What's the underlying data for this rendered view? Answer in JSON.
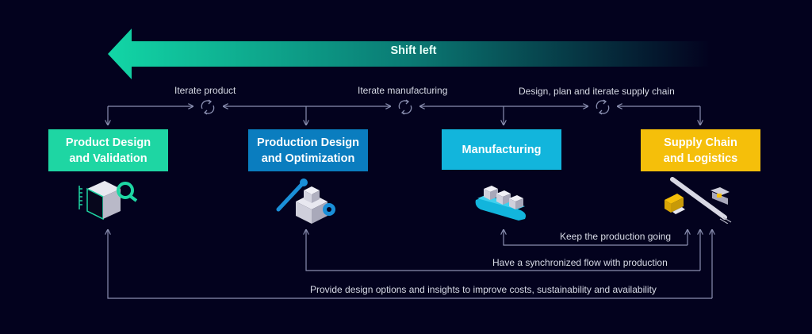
{
  "banner": {
    "label": "Shift left",
    "gradient_start": "#12d6a6",
    "gradient_end": "#03021e"
  },
  "iterations": [
    {
      "label": "Iterate product"
    },
    {
      "label": "Iterate manufacturing"
    },
    {
      "label": "Design, plan and iterate supply chain"
    }
  ],
  "stages": [
    {
      "line1": "Product Design",
      "line2": "and Validation",
      "color": "#1ed6a3",
      "icon": "cube-magnifier-icon"
    },
    {
      "line1": "Production Design",
      "line2": "and Optimization",
      "color": "#0a7dbf",
      "icon": "cube-wrench-gear-icon"
    },
    {
      "line1": "Manufacturing",
      "line2": "",
      "color": "#12b5dc",
      "icon": "conveyor-belt-icon"
    },
    {
      "line1": "Supply Chain",
      "line2": "and Logistics",
      "color": "#f5bf0a",
      "icon": "truck-train-ship-icon"
    }
  ],
  "feedback": [
    {
      "label": "Keep the production going"
    },
    {
      "label": "Have a synchronized flow with production"
    },
    {
      "label": "Provide design options and insights to improve costs, sustainability and availability"
    }
  ],
  "line_color": "#8a8fb0"
}
